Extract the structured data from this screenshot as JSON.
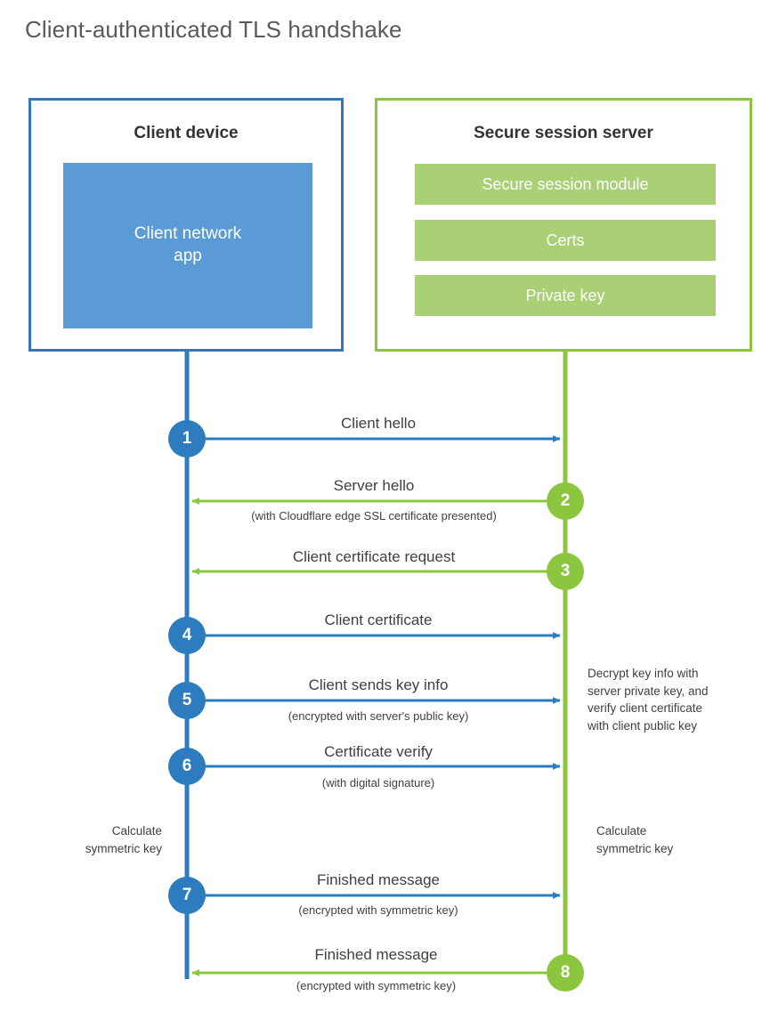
{
  "title": "Client-authenticated TLS handshake",
  "colors": {
    "client_accent": "#3178be",
    "client_fill": "#5b9bd5",
    "server_accent": "#8cc63f",
    "server_fill": "#a9d074",
    "text": "#3f3f3f",
    "title_text": "#5a5a5a"
  },
  "client": {
    "title": "Client device",
    "app_label": "Client network\napp",
    "app_label_line1": "Client network",
    "app_label_line2": "app"
  },
  "server": {
    "title": "Secure session server",
    "bars": [
      {
        "label": "Secure session module"
      },
      {
        "label": "Certs"
      },
      {
        "label": "Private key"
      }
    ]
  },
  "steps": [
    {
      "number": "1",
      "side": "client",
      "direction": "to-server",
      "main": "Client hello",
      "sub": ""
    },
    {
      "number": "2",
      "side": "server",
      "direction": "to-client",
      "main": "Server hello",
      "sub": "(with Cloudflare edge SSL certificate presented)"
    },
    {
      "number": "3",
      "side": "server",
      "direction": "to-client",
      "main": "Client certificate request",
      "sub": ""
    },
    {
      "number": "4",
      "side": "client",
      "direction": "to-server",
      "main": "Client certificate",
      "sub": ""
    },
    {
      "number": "5",
      "side": "client",
      "direction": "to-server",
      "main": "Client sends key info",
      "sub": "(encrypted with server's public key)"
    },
    {
      "number": "6",
      "side": "client",
      "direction": "to-server",
      "main": "Certificate verify",
      "sub": "(with digital signature)"
    },
    {
      "number": "7",
      "side": "client",
      "direction": "to-server",
      "main": "Finished message",
      "sub": "(encrypted with symmetric key)"
    },
    {
      "number": "8",
      "side": "server",
      "direction": "to-client",
      "main": "Finished message",
      "sub": "(encrypted with symmetric key)"
    }
  ],
  "notes": {
    "server_decrypt_line1": "Decrypt key info with",
    "server_decrypt_line2": "server private key, and",
    "server_decrypt_line3": "verify client certificate",
    "server_decrypt_line4": "with client public key",
    "client_calc_line1": "Calculate",
    "client_calc_line2": "symmetric key",
    "server_calc_line1": "Calculate",
    "server_calc_line2": "symmetric key"
  }
}
